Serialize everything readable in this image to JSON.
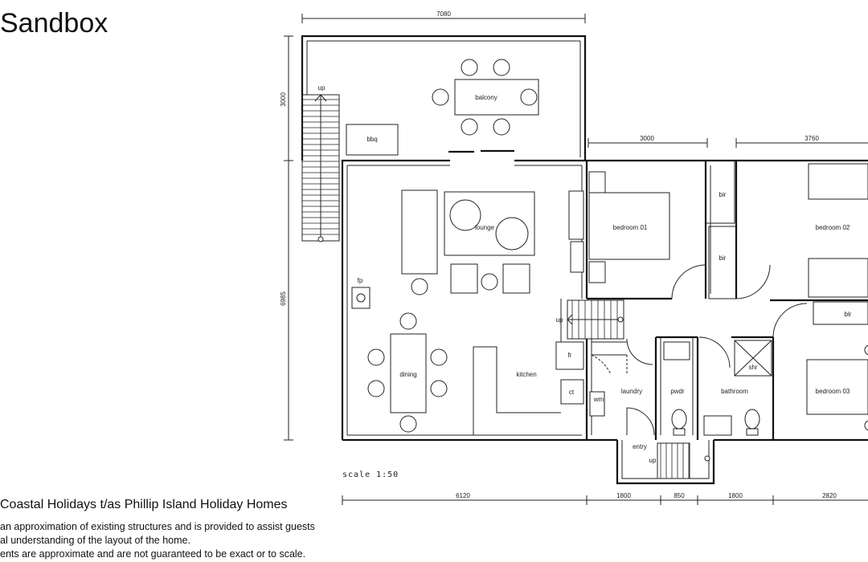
{
  "header": {
    "title": "Sandbox"
  },
  "footer": {
    "company": "Coastal Holidays t/as Phillip Island Holiday Homes",
    "lines": [
      "an approximation of existing structures and is provided to assist guests",
      "al understanding of the layout of the home.",
      "ents are approximate and are not guaranteed to be exact or to scale."
    ]
  },
  "plan": {
    "scale": "scale 1:50",
    "rooms": {
      "balcony": "balcony",
      "bbq": "bbq",
      "lounge": "lounge",
      "fp": "fp",
      "dining": "dining",
      "kitchen": "kitchen",
      "bedroom01": "bedroom 01",
      "bedroom02": "bedroom 02",
      "bedroom03": "bedroom 03",
      "bir1": "bir",
      "bir2": "bir",
      "blr": "blr",
      "fr": "fr",
      "ct": "ct",
      "wm": "wm",
      "laundry": "laundry",
      "pwdr": "pwdr",
      "bathroom": "bathroom",
      "shr": "shr",
      "entry": "entry",
      "up_stair_ext": "up",
      "up_stair_int": "up",
      "up_entry": "up"
    },
    "dimensions": {
      "top_width": "7080",
      "top_3000": "3000",
      "top_3760": "3760",
      "left_3000": "3000",
      "left_6985": "6985",
      "bottom": [
        "6120",
        "1800",
        "850",
        "1800",
        "2820"
      ]
    }
  }
}
